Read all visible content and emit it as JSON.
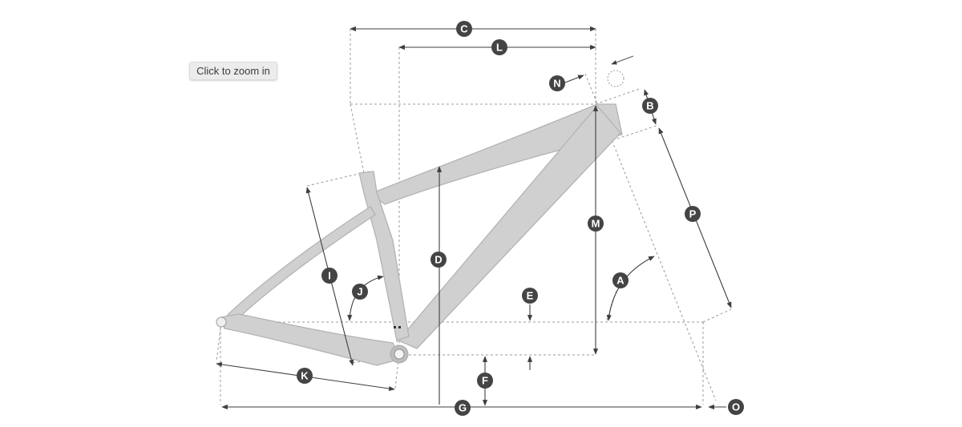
{
  "zoom_button": {
    "label": "Click to zoom in"
  },
  "geometry_labels": {
    "A": "A",
    "B": "B",
    "C": "C",
    "D": "D",
    "E": "E",
    "F": "F",
    "G": "G",
    "I": "I",
    "J": "J",
    "K": "K",
    "L": "L",
    "M": "M",
    "N": "N",
    "O": "O",
    "P": "P"
  },
  "colors": {
    "badge": "#444444",
    "frame": "#d0d0d0",
    "dimension_line": "#3e3e3e",
    "guide_line": "#9b9b9b"
  }
}
